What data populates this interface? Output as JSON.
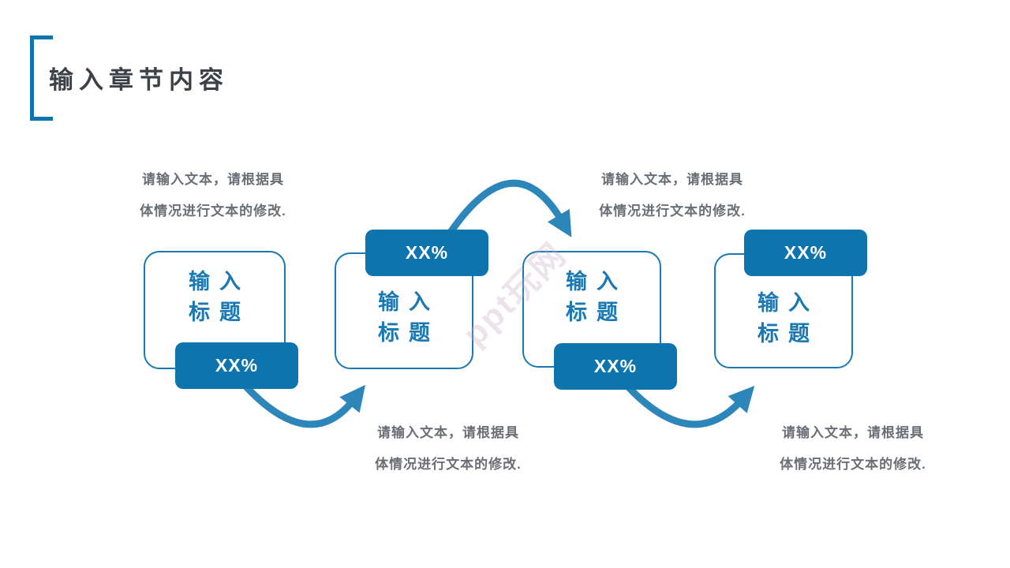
{
  "slide": {
    "title": "输入章节内容",
    "watermark": "ppt玩网"
  },
  "colors": {
    "brand_blue": "#0d74ad",
    "box_border_blue": "#1a79b2",
    "arrow_blue": "#2d86b9",
    "heading_dark": "#3c4147",
    "caption_gray": "#6a6f76"
  },
  "captions": [
    {
      "line1": "请输入文本，请根据具",
      "line2": "体情况进行文本的修改."
    },
    {
      "line1": "请输入文本，请根据具",
      "line2": "体情况进行文本的修改."
    },
    {
      "line1": "请输入文本，请根据具",
      "line2": "体情况进行文本的修改."
    },
    {
      "line1": "请输入文本，请根据具",
      "line2": "体情况进行文本的修改."
    }
  ],
  "steps": [
    {
      "title_line1": "输入",
      "title_line2": "标题",
      "badge": "XX%",
      "badge_position": "bottom"
    },
    {
      "title_line1": "输入",
      "title_line2": "标题",
      "badge": "XX%",
      "badge_position": "top"
    },
    {
      "title_line1": "输入",
      "title_line2": "标题",
      "badge": "XX%",
      "badge_position": "bottom"
    },
    {
      "title_line1": "输入",
      "title_line2": "标题",
      "badge": "XX%",
      "badge_position": "top"
    }
  ]
}
